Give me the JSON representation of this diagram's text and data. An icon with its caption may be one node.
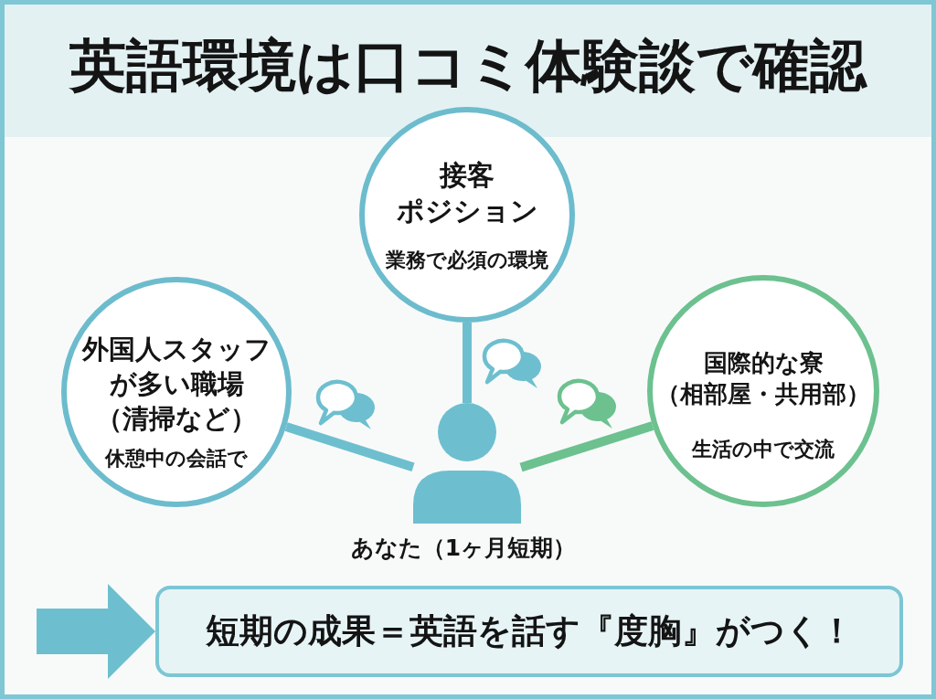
{
  "diagram": {
    "title": "英語環境は口コミ体験談で確認",
    "nodes": [
      {
        "text": [
          "接客ポジション",
          "業務で必須の環境"
        ]
      },
      {
        "text": [
          "外国人スタッフが多い職場（清掃など）",
          "休憩中の会話で"
        ]
      },
      {
        "text": [
          "国際的な寮（相部屋・共用部）",
          "生活の中で交流"
        ]
      },
      {
        "text": [],
        "shape": "person",
        "beside": [
          "あなた（1ヶ月短期）"
        ]
      },
      {
        "text": [
          "短期の成果＝英語を話す『度胸』がつく！"
        ]
      }
    ],
    "edges": [
      {
        "from": 0,
        "to": 3,
        "arrow": "none"
      },
      {
        "from": 1,
        "to": 3,
        "arrow": "none"
      },
      {
        "from": 2,
        "to": 3,
        "arrow": "none",
        "color": "#6cc18f"
      },
      {
        "from": null,
        "to": 4,
        "arrow": "to",
        "style": "thick"
      }
    ]
  }
}
